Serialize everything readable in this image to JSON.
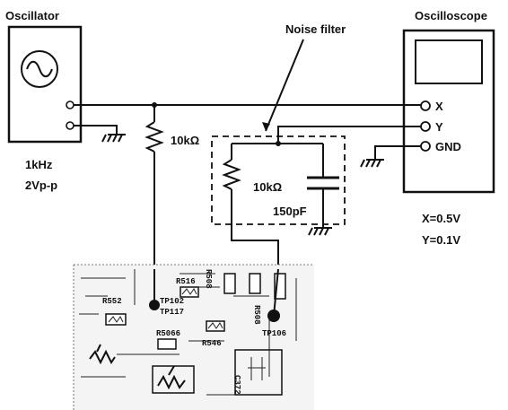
{
  "oscillator": {
    "title": "Oscillator",
    "freq": "1kHz",
    "amplitude": "2Vp-p"
  },
  "oscilloscope": {
    "title": "Oscilloscope",
    "terminals": [
      "X",
      "Y",
      "GND"
    ],
    "x_setting": "X=0.5V",
    "y_setting": "Y=0.1V"
  },
  "noise_filter": {
    "title": "Noise filter",
    "resistor": "10kΩ",
    "capacitor": "150pF"
  },
  "series_resistor": "10kΩ",
  "pcb_labels": {
    "r552": "R552",
    "tp102": "TP102",
    "tp117": "TP117",
    "r516": "R516",
    "r508": "R508",
    "r5066": "R5066",
    "r546": "R546",
    "r508b": "R508",
    "tp106": "TP106",
    "c372": "C372"
  }
}
